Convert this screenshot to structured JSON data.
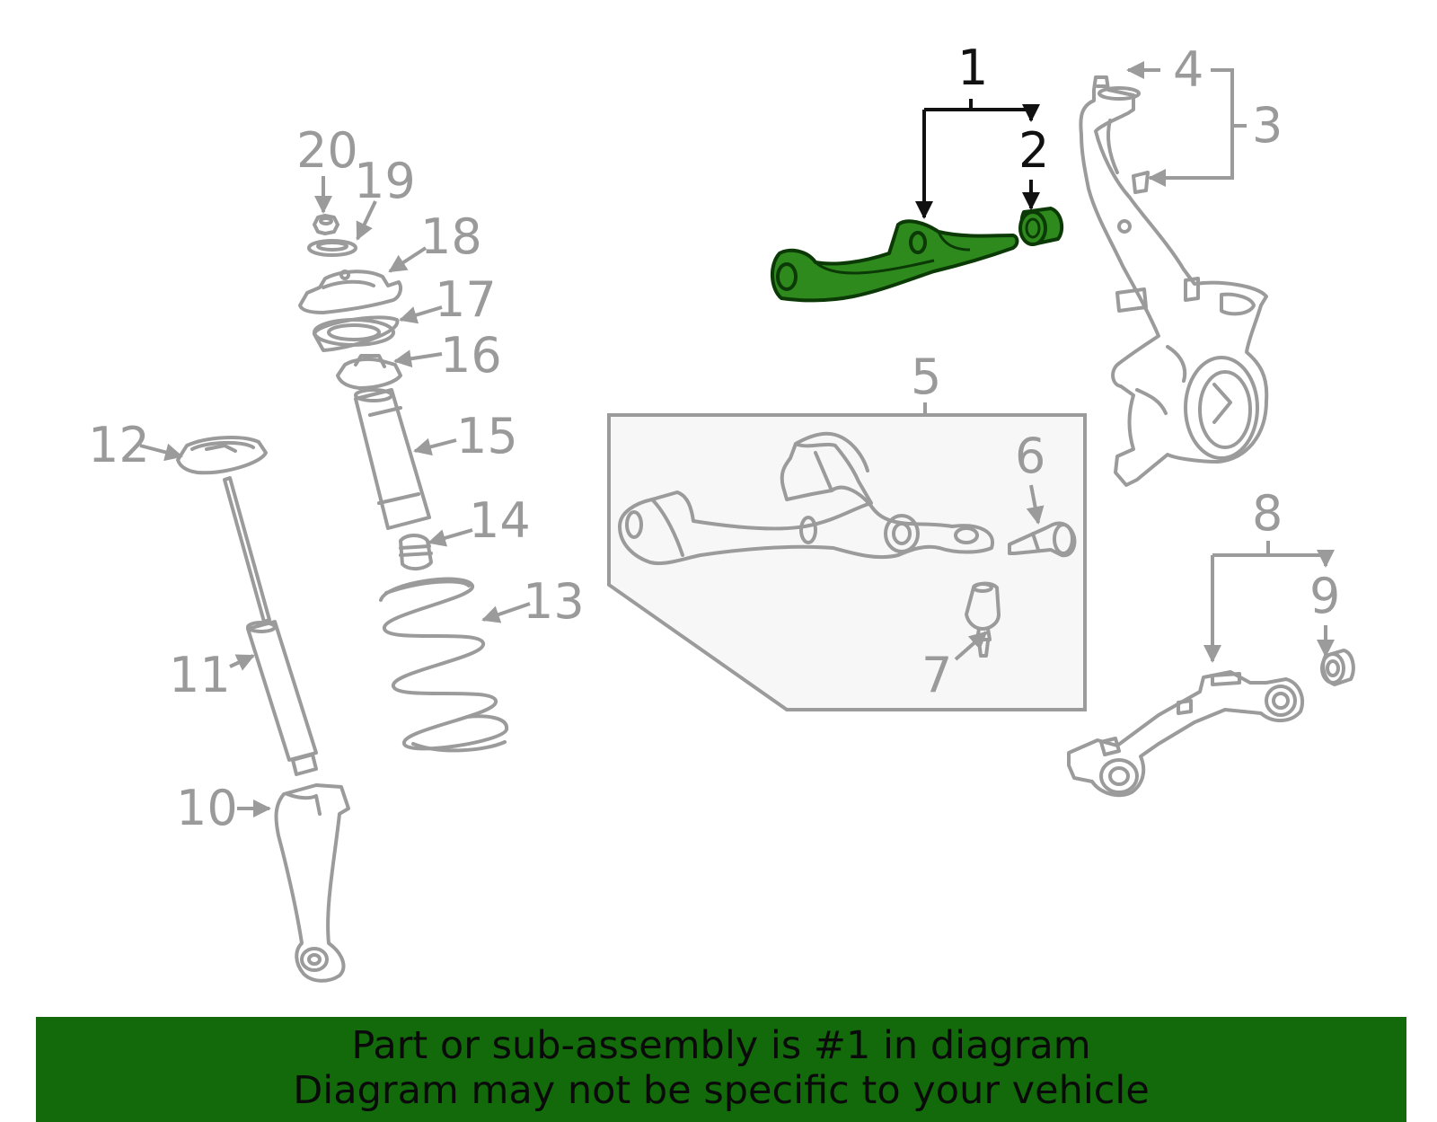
{
  "callouts": {
    "c1": "1",
    "c2": "2",
    "c3": "3",
    "c4": "4",
    "c5": "5",
    "c6": "6",
    "c7": "7",
    "c8": "8",
    "c9": "9",
    "c10": "10",
    "c11": "11",
    "c12": "12",
    "c13": "13",
    "c14": "14",
    "c15": "15",
    "c16": "16",
    "c17": "17",
    "c18": "18",
    "c19": "19",
    "c20": "20"
  },
  "highlight": {
    "part": "1",
    "color": "#2f8a1e"
  },
  "banner": {
    "line1": "Part or sub-assembly is #1 in diagram",
    "line2": "Diagram may not be specific to your vehicle",
    "background": "#136a0b"
  },
  "colors": {
    "outline": "#9b9b9b",
    "highlight_fill": "#2f8a1e",
    "highlight_callout": "#111111"
  }
}
